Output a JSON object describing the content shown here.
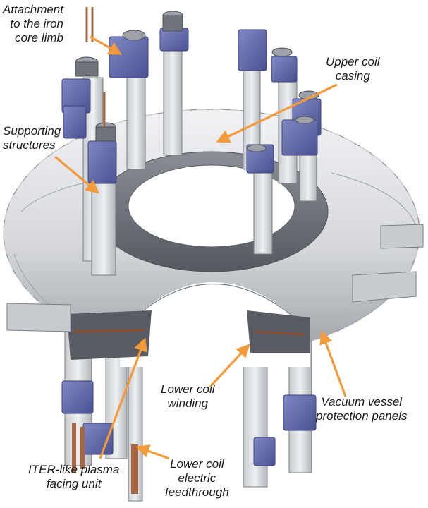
{
  "labels": {
    "attachment": [
      "Attachment",
      "to the iron",
      "core limb"
    ],
    "upper_coil": [
      "Upper coil",
      "casing"
    ],
    "supporting": [
      "Supporting",
      "structures"
    ],
    "lower_winding": [
      "Lower coil",
      "winding"
    ],
    "vacuum_vessel": [
      "Vacuum vessel",
      "protection panels"
    ],
    "iter_like": [
      "ITER-like plasma",
      "facing unit"
    ],
    "feedthrough": [
      "Lower coil",
      "electric",
      "feedthrough"
    ]
  },
  "colors": {
    "arrow": "#f39a3a",
    "steel_light": "#e4e5e7",
    "steel_mid": "#b9bcc0",
    "steel_dark": "#6e7278",
    "bracket_blue": "#6c74b4",
    "bracket_blue_dark": "#4a5190",
    "copper": "#a56640"
  }
}
